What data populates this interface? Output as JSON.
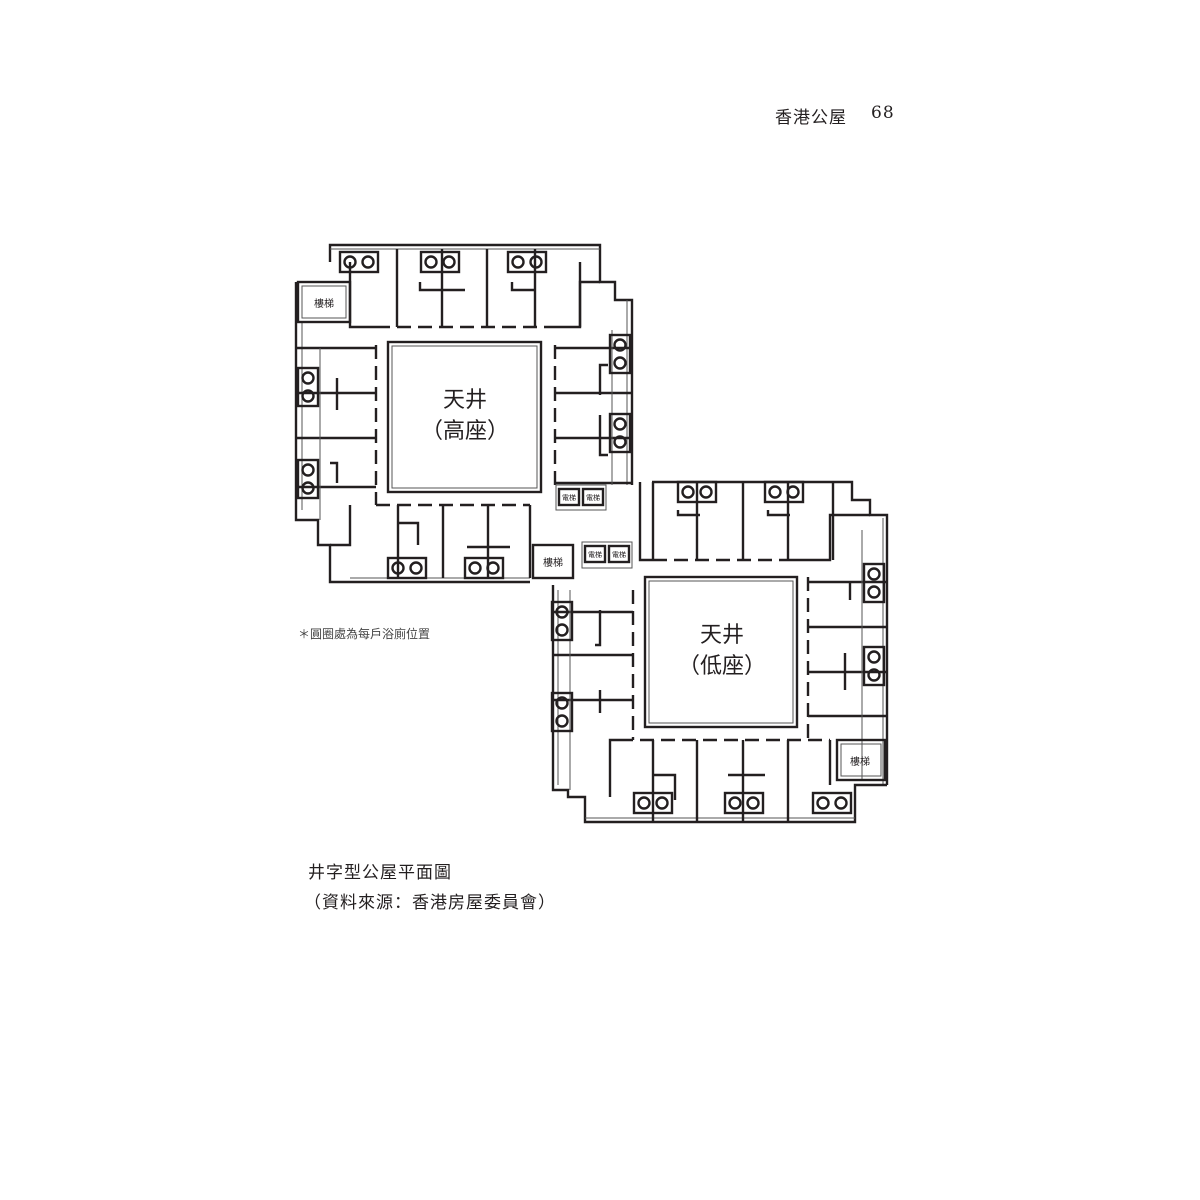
{
  "header": {
    "book_title": "香港公屋",
    "page_number": "68"
  },
  "floor_plan": {
    "upper_courtyard": {
      "line1": "天井",
      "line2": "（高座）"
    },
    "lower_courtyard": {
      "line1": "天井",
      "line2": "（低座）"
    },
    "stair_label": "樓梯",
    "lift_label": "電梯"
  },
  "note": "＊圓圈處為每戶浴廁位置",
  "caption": {
    "title": "井字型公屋平面圖",
    "source": "（資料來源：香港房屋委員會）"
  }
}
